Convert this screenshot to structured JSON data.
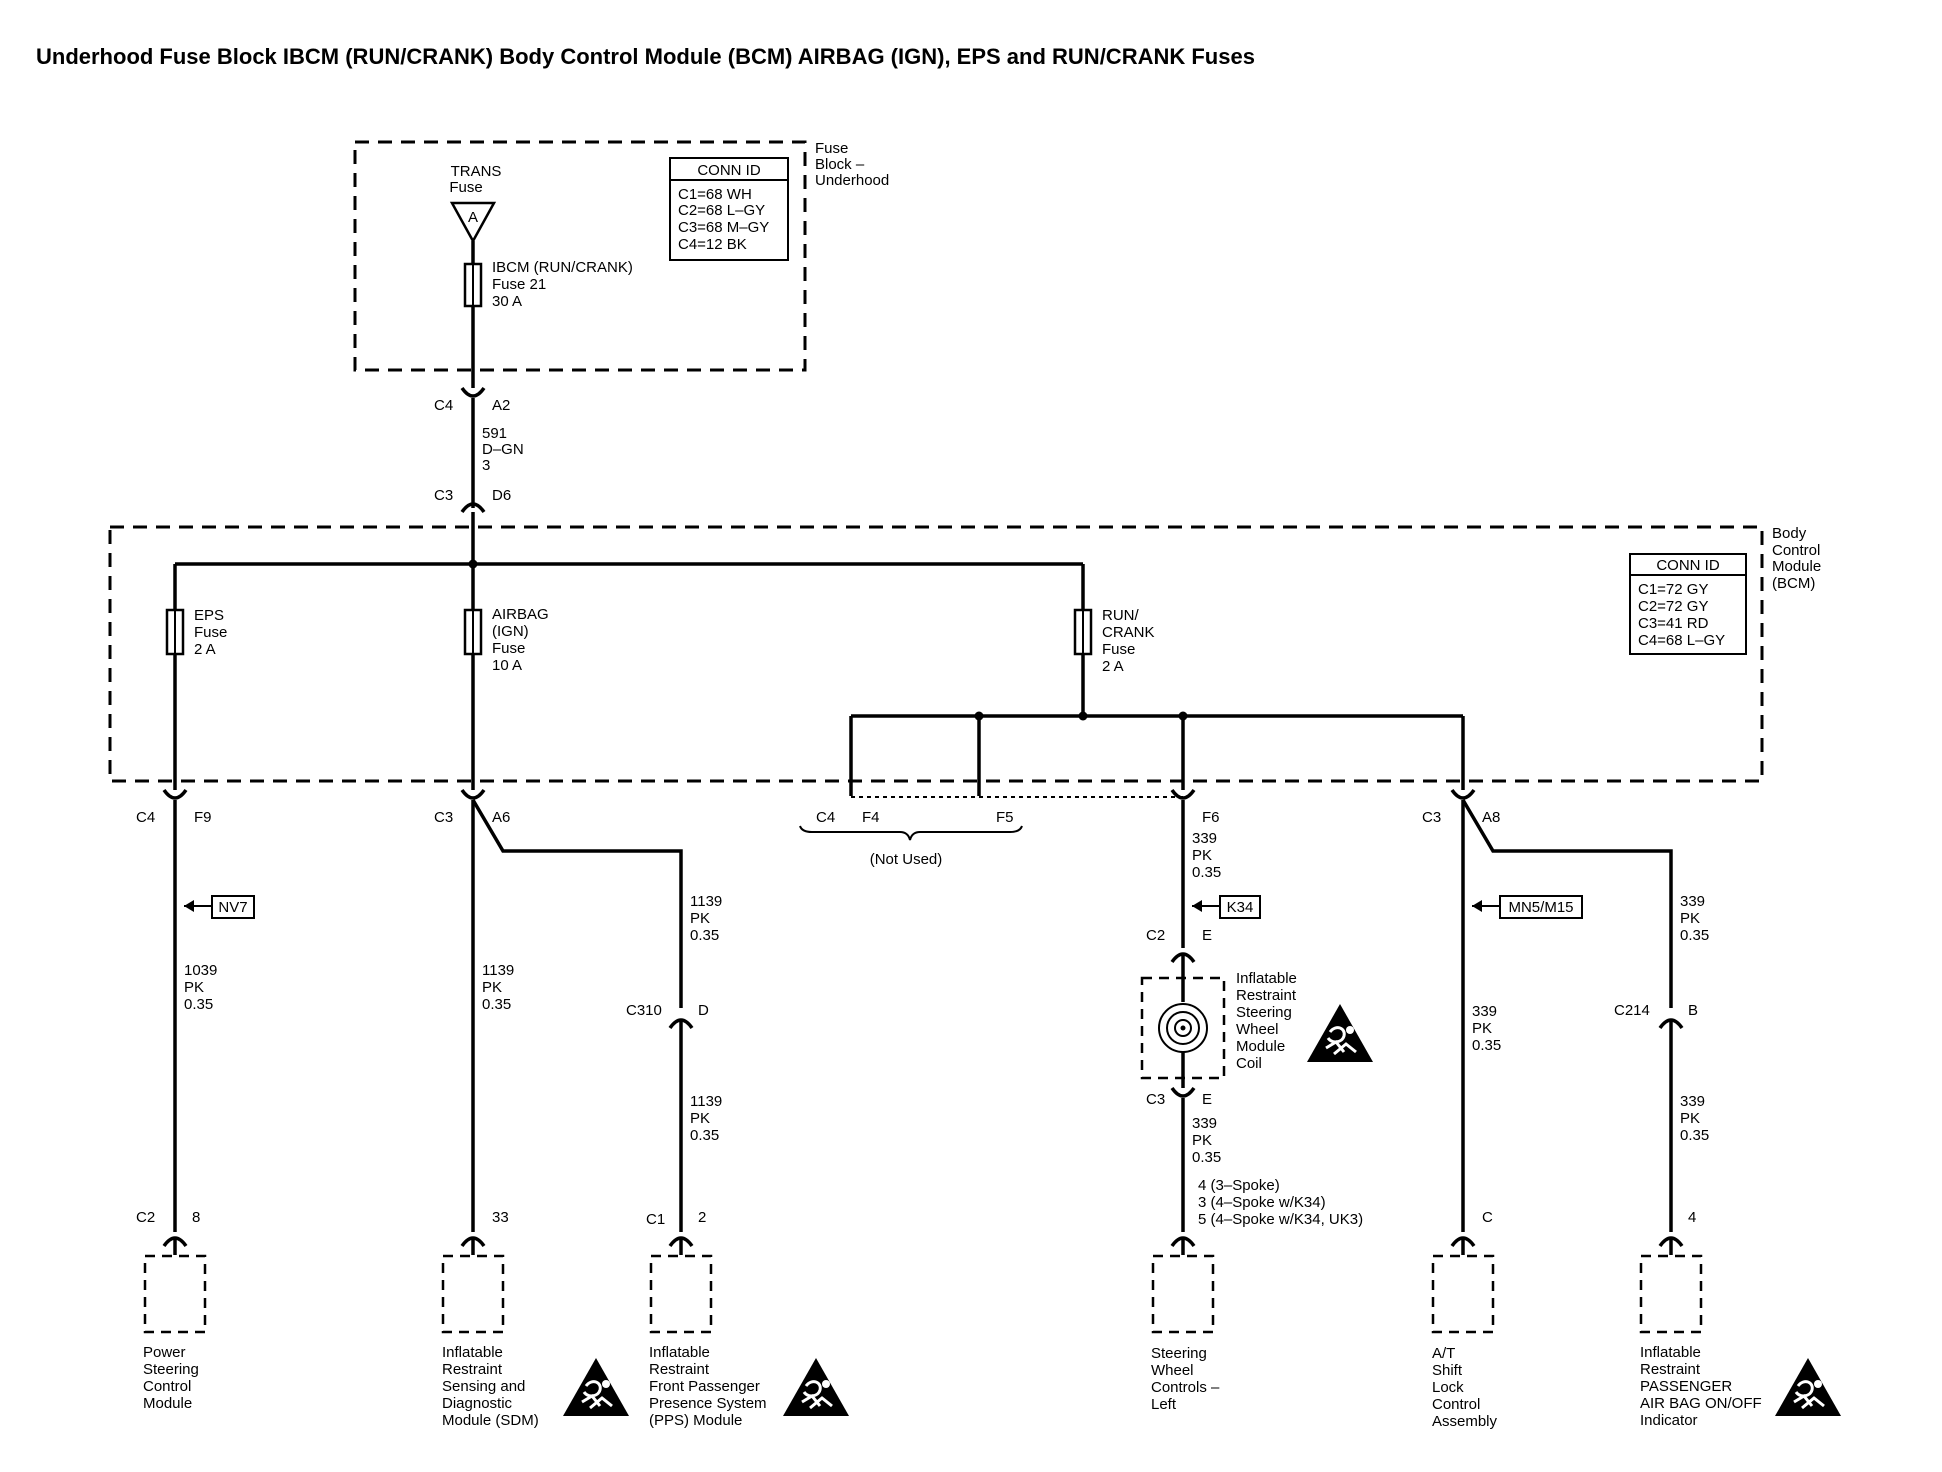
{
  "title": "Underhood Fuse Block IBCM (RUN/CRANK) Body Control Module (BCM) AIRBAG (IGN), EPS and RUN/CRANK Fuses",
  "fuse_block": {
    "name": [
      "Fuse",
      "Block –",
      "Underhood"
    ],
    "trans_fuse": [
      "TRANS",
      "Fuse"
    ],
    "trans_letter": "A",
    "ibcm_fuse": [
      "IBCM (RUN/CRANK)",
      "Fuse 21",
      "30 A"
    ],
    "conn_title": "CONN ID",
    "conn": [
      "C1=68 WH",
      "C2=68 L–GY",
      "C3=68 M–GY",
      "C4=12 BK"
    ]
  },
  "link_wire": {
    "top_conn": "C4",
    "top_pin": "A2",
    "wire": [
      "591",
      "D–GN",
      "3"
    ],
    "bot_conn": "C3",
    "bot_pin": "D6"
  },
  "bcm": {
    "name": [
      "Body",
      "Control",
      "Module",
      "(BCM)"
    ],
    "conn_title": "CONN ID",
    "conn": [
      "C1=72 GY",
      "C2=72 GY",
      "C3=41 RD",
      "C4=68 L–GY"
    ],
    "eps_fuse": [
      "EPS",
      "Fuse",
      "2 A"
    ],
    "airbag_fuse": [
      "AIRBAG",
      "(IGN)",
      "Fuse",
      "10 A"
    ],
    "runcrank_fuse": [
      "RUN/",
      "CRANK",
      "Fuse",
      "2 A"
    ]
  },
  "not_used": {
    "conn": "C4",
    "pin_a": "F4",
    "pin_b": "F5",
    "label": "(Not Used)"
  },
  "circuits": {
    "ps": {
      "bcm_conn": "C4",
      "bcm_pin": "F9",
      "option": "NV7",
      "wire": [
        "1039",
        "PK",
        "0.35"
      ],
      "end_conn": "C2",
      "end_pin": "8",
      "component": [
        "Power",
        "Steering",
        "Control",
        "Module"
      ]
    },
    "sdm": {
      "bcm_conn": "C3",
      "bcm_pin": "A6",
      "wire": [
        "1139",
        "PK",
        "0.35"
      ],
      "end_pin": "33",
      "component": [
        "Inflatable",
        "Restraint",
        "Sensing and",
        "Diagnostic",
        "Module (SDM)"
      ]
    },
    "pps": {
      "wire_a": [
        "1139",
        "PK",
        "0.35"
      ],
      "inline_conn": "C310",
      "inline_pin": "D",
      "wire_b": [
        "1139",
        "PK",
        "0.35"
      ],
      "end_conn": "C1",
      "end_pin": "2",
      "component": [
        "Inflatable",
        "Restraint",
        "Front Passenger",
        "Presence System",
        "(PPS) Module"
      ]
    },
    "swc": {
      "bcm_pin": "F6",
      "wire_a": [
        "339",
        "PK",
        "0.35"
      ],
      "option": "K34",
      "coil_conn_top": "C2",
      "coil_pin_top": "E",
      "coil": [
        "Inflatable",
        "Restraint",
        "Steering",
        "Wheel",
        "Module",
        "Coil"
      ],
      "coil_conn_bot": "C3",
      "coil_pin_bot": "E",
      "wire_b": [
        "339",
        "PK",
        "0.35"
      ],
      "end_pins": [
        "4 (3–Spoke)",
        "3 (4–Spoke w/K34)",
        "5 (4–Spoke w/K34, UK3)"
      ],
      "component": [
        "Steering",
        "Wheel",
        "Controls –",
        "Left"
      ]
    },
    "at": {
      "bcm_conn": "C3",
      "bcm_pin": "A8",
      "option": "MN5/M15",
      "wire": [
        "339",
        "PK",
        "0.35"
      ],
      "end_pin": "C",
      "component": [
        "A/T",
        "Shift",
        "Lock",
        "Control",
        "Assembly"
      ]
    },
    "pab": {
      "wire_a": [
        "339",
        "PK",
        "0.35"
      ],
      "inline_conn": "C214",
      "inline_pin": "B",
      "wire_b": [
        "339",
        "PK",
        "0.35"
      ],
      "end_pin": "4",
      "component": [
        "Inflatable",
        "Restraint",
        "PASSENGER",
        "AIR BAG ON/OFF",
        "Indicator"
      ]
    }
  }
}
